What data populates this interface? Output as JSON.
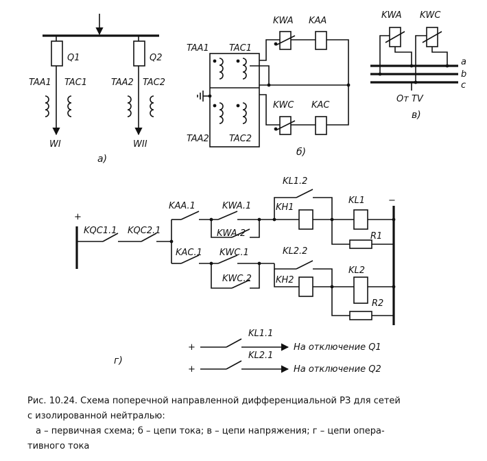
{
  "diagram_a": {
    "labels": {
      "q1": "Q1",
      "q2": "Q2",
      "taa1": "TAA1",
      "tac1": "TAC1",
      "taa2": "TAA2",
      "tac2": "TAC2",
      "w1": "WI",
      "w2": "WII"
    },
    "sublabel": "а)"
  },
  "diagram_b": {
    "labels": {
      "kwa": "KWA",
      "kaa": "KAA",
      "taa1": "TAA1",
      "tac1": "TAC1",
      "kwc": "KWC",
      "kac": "KAC",
      "taa2": "TAA2",
      "tac2": "TAC2"
    },
    "sublabel": "б)"
  },
  "diagram_v": {
    "labels": {
      "kwa": "KWA",
      "kwc": "KWC",
      "a": "a",
      "b": "b",
      "c": "c",
      "from_tv": "От TV"
    },
    "sublabel": "в)"
  },
  "diagram_g": {
    "labels": {
      "plus": "+",
      "minus": "−",
      "kqc11": "KQC1.1",
      "kqc21": "KQC2.1",
      "kaa1": "KAA.1",
      "kwa1": "KWA.1",
      "kwa2": "KWA.2",
      "kac1": "KAC.1",
      "kwc1": "KWC.1",
      "kwc2": "KWC.2",
      "kl12": "KL1.2",
      "kh1": "KH1",
      "kl1": "KL1",
      "r1": "R1",
      "kl22": "KL2.2",
      "kh2": "KH2",
      "kl2": "KL2",
      "r2": "R2",
      "kl11": "KL1.1",
      "kl21": "KL2.1",
      "trip_q1": "На отключение Q1",
      "trip_q2": "На отключение Q2"
    },
    "sublabel": "г)"
  },
  "caption": {
    "line1": "Рис. 10.24. Схема поперечной направленной дифференциальной РЗ для сетей",
    "line2": "с изолированной нейтралью:",
    "line3": "а – первичная схема; б – цепи тока; в – цепи напряжения; г – цепи опера-",
    "line4": "тивного тока"
  }
}
